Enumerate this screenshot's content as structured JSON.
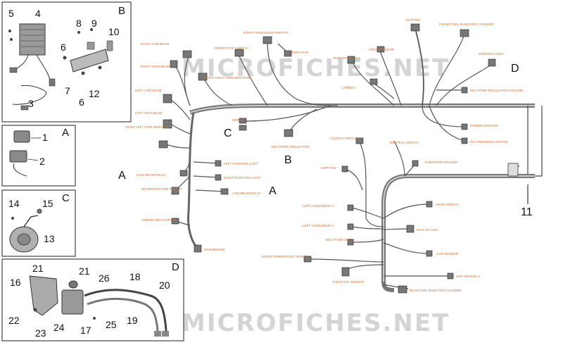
{
  "watermark": "MICROFICHES.NET",
  "panels": {
    "B": {
      "letter": "B",
      "numbers": [
        "5",
        "4",
        "8",
        "9",
        "10",
        "6",
        "7",
        "6",
        "12",
        "3"
      ]
    },
    "A": {
      "letter": "A",
      "numbers": [
        "1",
        "2"
      ]
    },
    "C": {
      "letter": "C",
      "numbers": [
        "14",
        "15",
        "13"
      ]
    },
    "D": {
      "letter": "D",
      "numbers": [
        "21",
        "16",
        "21",
        "26",
        "18",
        "20",
        "22",
        "23",
        "24",
        "17",
        "25",
        "19"
      ]
    }
  },
  "main_letters": {
    "A1": "A",
    "A2": "A",
    "B": "B",
    "C": "C",
    "D": "D",
    "part11": "11"
  },
  "connector_labels": {
    "right_low_beam": "RIGHT LOW BEAM",
    "right_high_beam": "RIGHT HIGH BEAM",
    "front_right_turn": "FRONT RIGHT TURN INDICATOR",
    "front_stop_switch": "FRONT STOP SWITCH",
    "right_handlebar_switch": "RIGHT HANDLEBAR SWITCH",
    "right_fan": "RIGHT FAN",
    "starter": "STARTER",
    "front_fuel_injector": "FRONT FUEL INJECTOR CYLINDER",
    "speed_sensor": "SPEED SENSOR",
    "injector_coils": "INJECTOR COILS",
    "ignition_coils": "IGNITION COILS",
    "left_low_beam": "LEFT LOW BEAM",
    "left_high_beam": "LEFT HIGH BEAM",
    "horn": "HORN",
    "lambda": "LAMBDA",
    "rectifier_ground": "RECTIFIER REGULATOR GROUND",
    "power_ground": "POWER GROUND",
    "oil_pressure": "OIL PRESSURE SWITCH",
    "front_left_turn": "FRONT LEFT TURN INDICATOR",
    "rectifier_regulator": "RECTIFIER REGULATOR",
    "clutch_switch": "CLUTCH SWITCH",
    "neutral_switch": "NEUTRAL SWITCH",
    "injection_ground": "INJECTION GROUND",
    "high_beam_relay": "HIGH BEAM RELAY",
    "left_position_light": "LEFT POSITION LIGHT",
    "right_position_light": "RIGHT POSITION LIGHT",
    "left_fan": "LEFT FAN",
    "air_temp_sensor": "AIR TEMPERATURE SENSOR",
    "low_beam_relay": "LOW BEAM RELAY",
    "left_handlebar_1": "LEFT HANDLEBAR 1",
    "main_switch": "MAIN SWITCH",
    "left_handlebar_2": "LEFT HANDLEBAR 2",
    "pick_up_coil": "PICK UP COIL",
    "immobilizer": "IMMOBILIZER ANTENNA",
    "side_stand": "SIDE STAND SWITCH",
    "dashboard": "DASHBOARD",
    "cam_sensor": "CAM SENSOR",
    "water_temp": "WATER TEMPERATURE SENSOR",
    "throttle_sensor": "THROTTLE SENSOR",
    "map_sensor_2": "MAP SENSOR 2",
    "rear_fuel_injector": "REAR FUEL INJECTOR CYLINDER"
  }
}
